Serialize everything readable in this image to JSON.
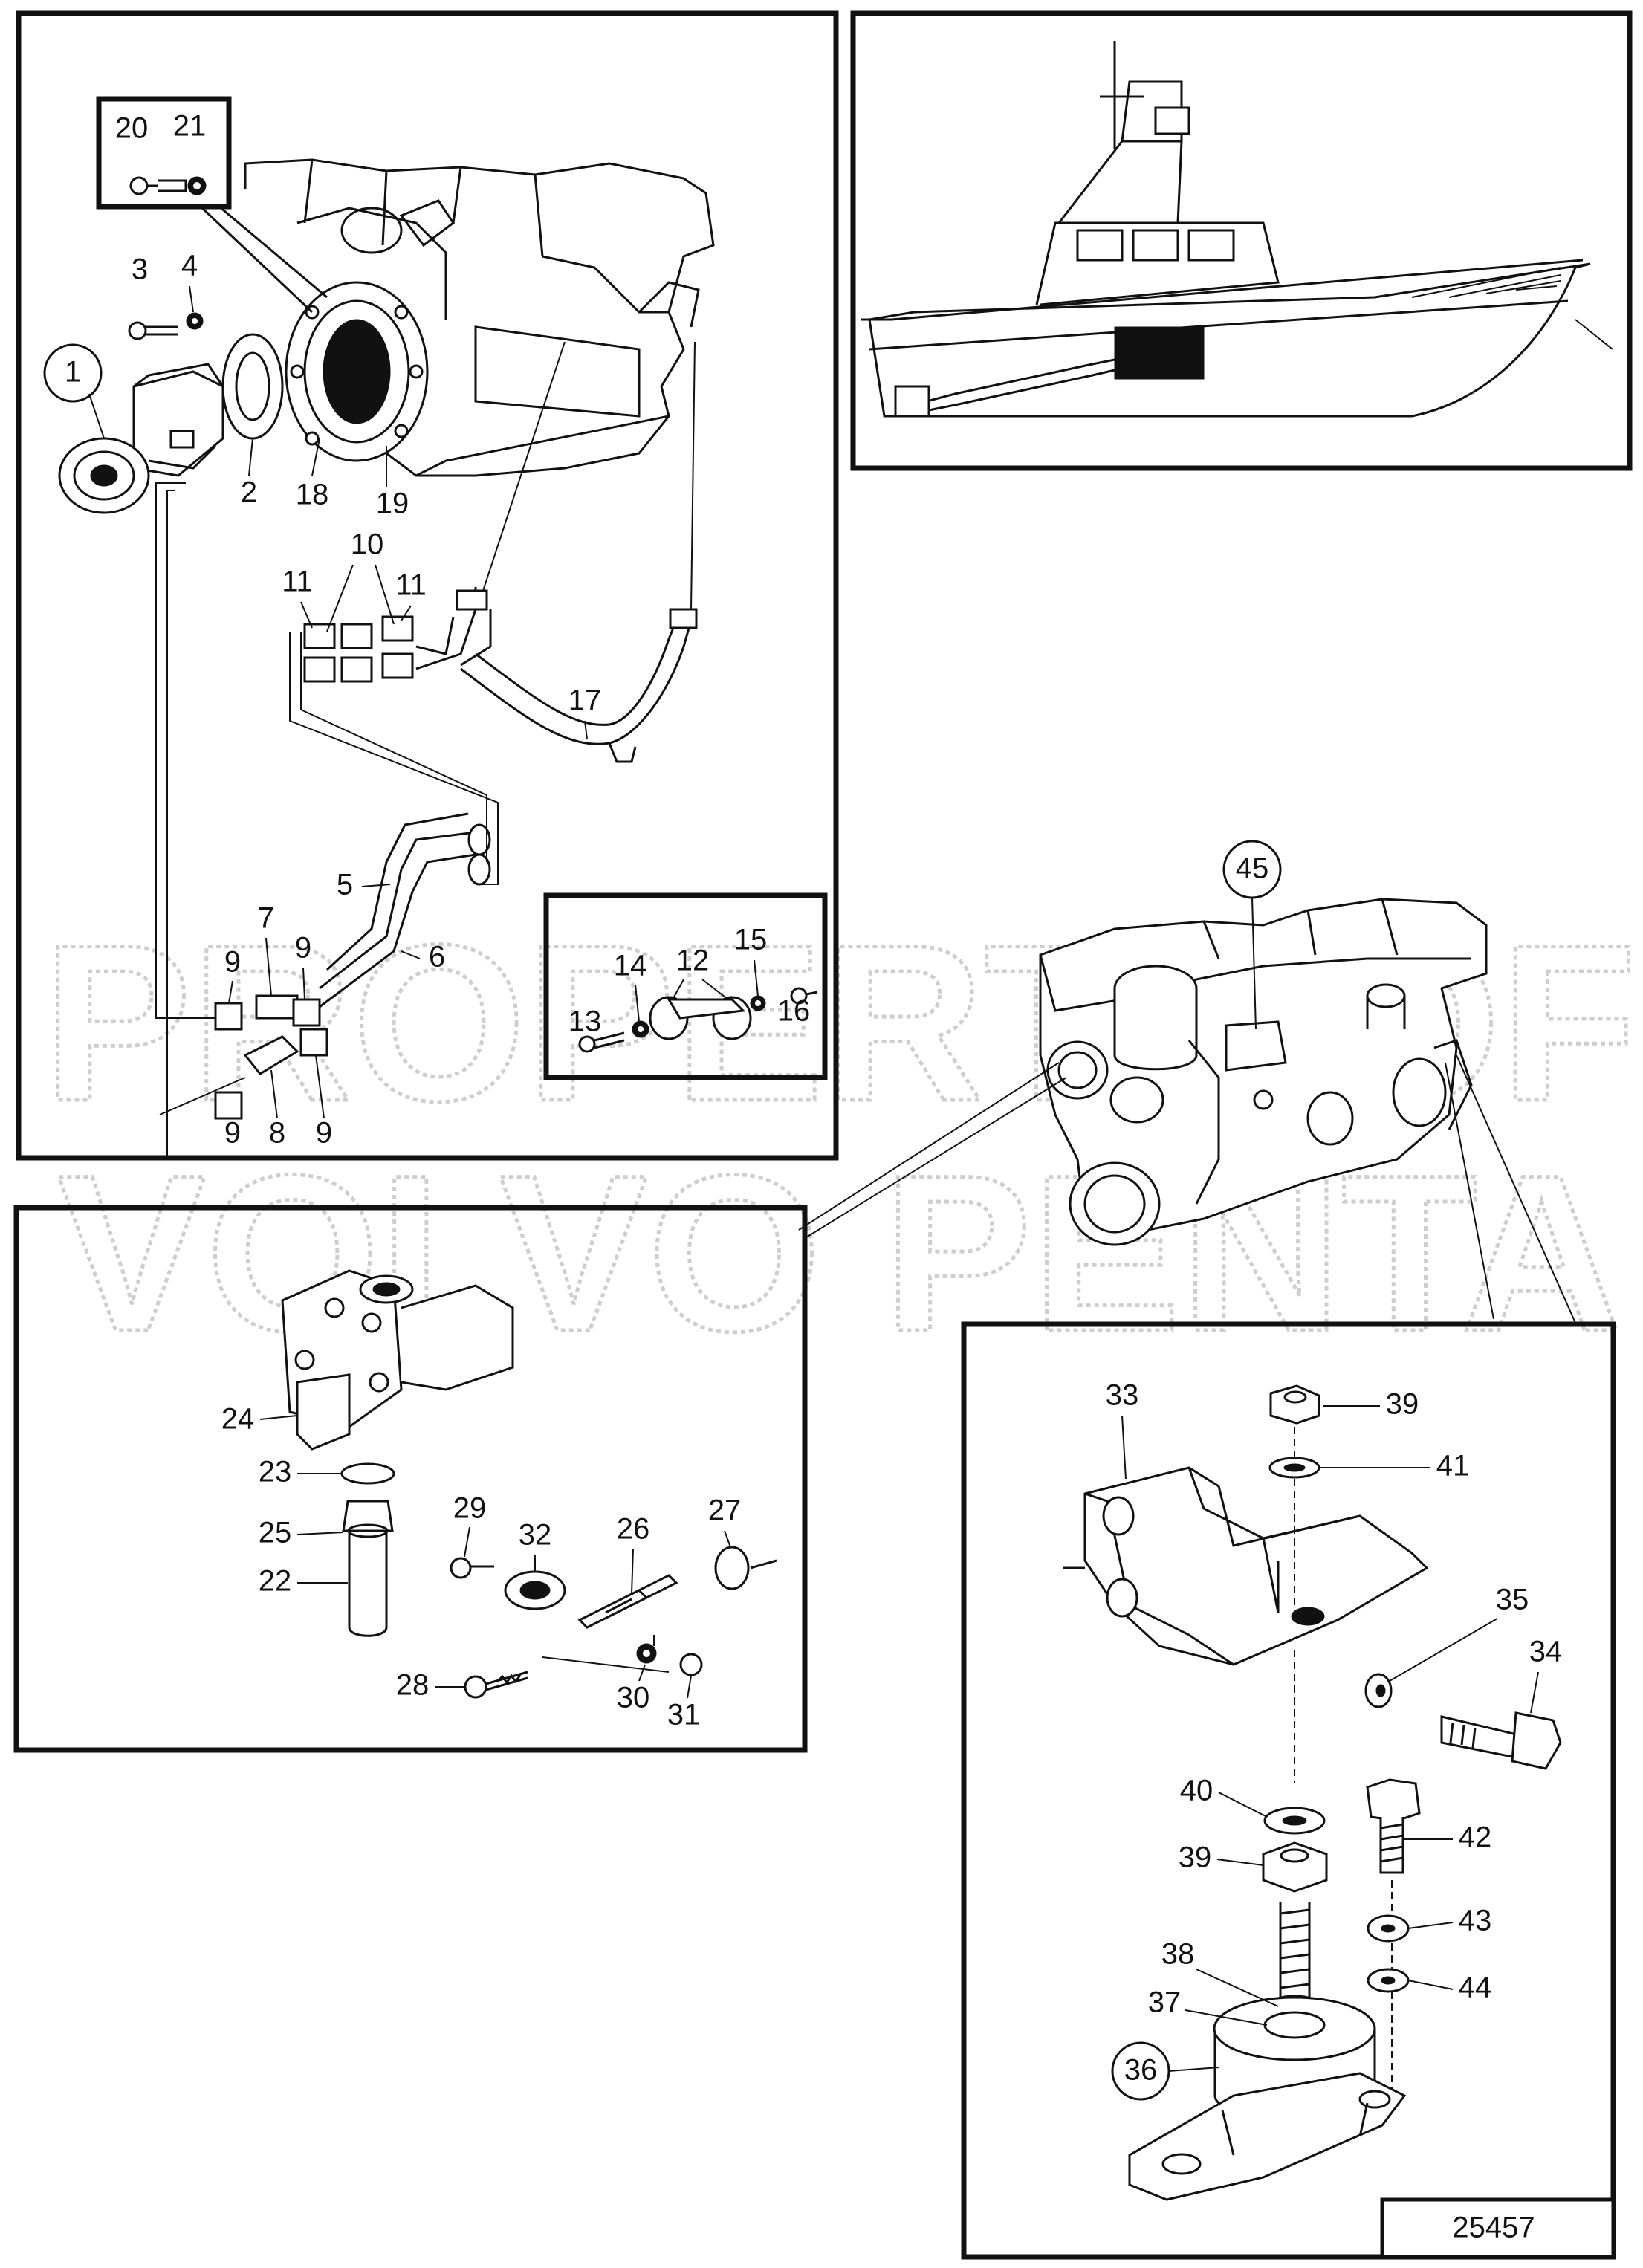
{
  "figure_number": "25457",
  "watermark": {
    "line1": "PROPERTY OF",
    "line2": "VOLVO PENTA"
  },
  "panels": [
    {
      "id": "engine-cooling",
      "callouts": [
        "20",
        "21",
        "3",
        "4",
        "1",
        "2",
        "18",
        "19",
        "10",
        "11",
        "11",
        "17",
        "5",
        "6",
        "7",
        "9",
        "9",
        "9",
        "8",
        "9"
      ]
    },
    {
      "id": "boat-overview",
      "callouts": []
    },
    {
      "id": "pump-detail",
      "callouts": [
        "24",
        "23",
        "25",
        "22",
        "29",
        "32",
        "26",
        "27",
        "28",
        "30",
        "31"
      ]
    },
    {
      "id": "clamp-inset",
      "callouts": [
        "14",
        "12",
        "15",
        "13",
        "16"
      ]
    },
    {
      "id": "engine-mount-detail",
      "callouts": [
        "33",
        "39",
        "41",
        "35",
        "34",
        "40",
        "39",
        "42",
        "43",
        "44",
        "38",
        "37",
        "36"
      ]
    },
    {
      "id": "gearbox",
      "callouts": [
        "45"
      ]
    }
  ],
  "circled_callouts": [
    "1",
    "45",
    "36"
  ]
}
